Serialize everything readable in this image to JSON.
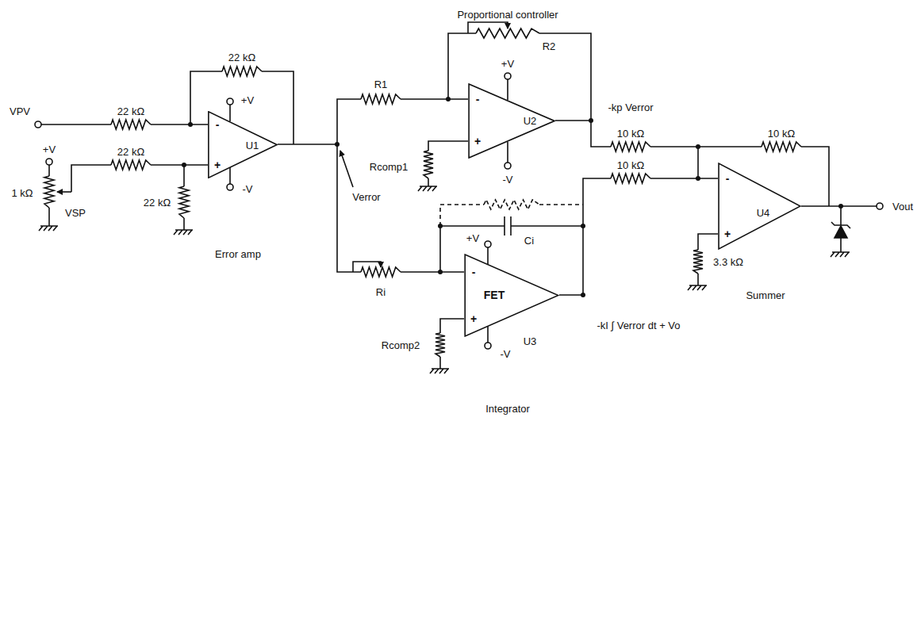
{
  "diagram": {
    "nodes": [
      {
        "text": [
          "-",
          "+"
        ]
      },
      {
        "text": [
          "-",
          "+"
        ]
      },
      {
        "text": [
          "-",
          "FET",
          "+"
        ]
      },
      {
        "text": [
          "-",
          "+"
        ]
      }
    ],
    "labels": [
      "Proportional controller",
      "R2",
      "+V",
      "-V",
      "-kp Verror",
      "R1",
      "Rcomp1",
      "10 kΩ",
      "10 kΩ",
      "10 kΩ",
      "Vout",
      "22 kΩ",
      "VPV",
      "22 kΩ",
      "+V",
      "22 kΩ",
      "1 kΩ",
      "22 kΩ",
      "VSP",
      "+V",
      "-V",
      "U1",
      "Error amp",
      "Verror",
      "U2",
      "+V",
      "Ci",
      "Ri",
      "Rcomp2",
      "-V",
      "U3",
      "Integrator",
      "-kI ∫ Verror dt + Vo",
      "3.3 kΩ",
      "Summer",
      "U4"
    ]
  }
}
